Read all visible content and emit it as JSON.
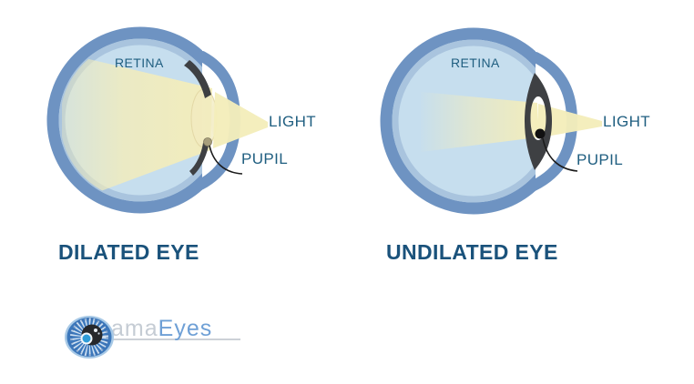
{
  "diagrams": [
    {
      "name": "dilated",
      "heading": "DILATED EYE",
      "labels": {
        "retina": "RETINA",
        "light": "LIGHT",
        "pupil": "PUPIL"
      }
    },
    {
      "name": "undilated",
      "heading": "UNDILATED EYE",
      "labels": {
        "retina": "RETINA",
        "light": "LIGHT",
        "pupil": "PUPIL"
      }
    }
  ],
  "logo": {
    "prefix": "ama",
    "suffix": "Eyes"
  },
  "colors": {
    "sclera_ring": "#6e93c2",
    "inner_ring": "#a9c4de",
    "interior": "#c6deee",
    "light_beam": "#f4edba",
    "lens": "#f2ebc0",
    "iris": "#3e4043",
    "pupil_dot": "#111111",
    "pointer_line": "#1b1b1b",
    "label_text": "#1f5e80",
    "heading_text": "#1a527b",
    "logo_prefix_text": "#c5ccd4",
    "logo_suffix_text": "#6fa0d6"
  }
}
